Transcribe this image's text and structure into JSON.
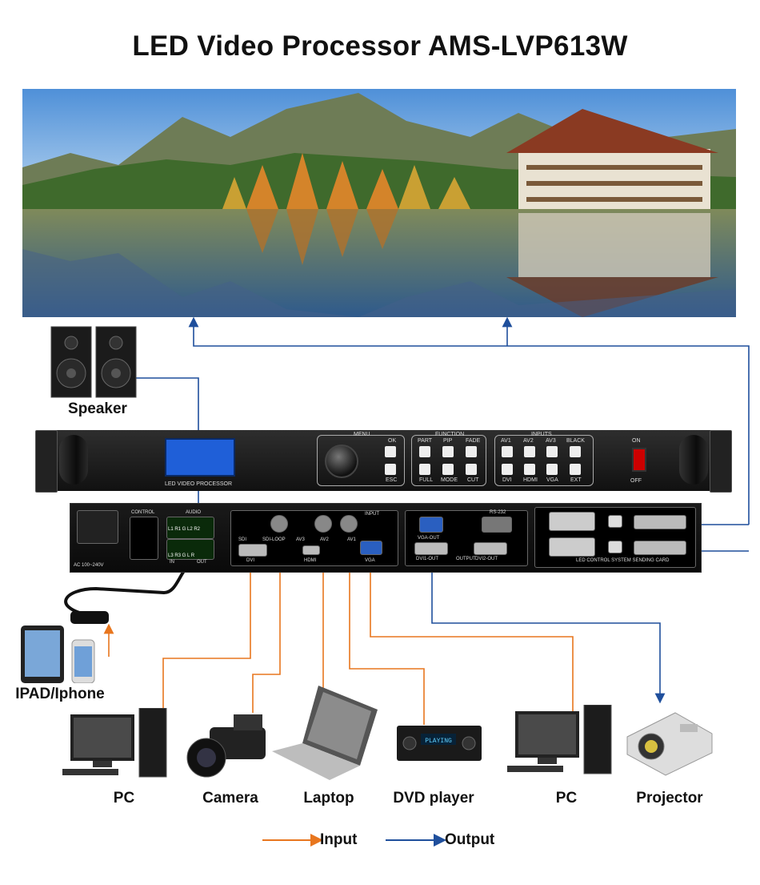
{
  "title": "LED Video Processor AMS-LVP613W",
  "front_panel": {
    "lcd_caption": "LED VIDEO PROCESSOR",
    "menu_label": "MENU",
    "menu_buttons": [
      "OK",
      "ESC"
    ],
    "function_label": "FUNCTION",
    "function_buttons_top": [
      "PART",
      "PIP",
      "FADE"
    ],
    "function_buttons_bottom": [
      "FULL",
      "MODE",
      "CUT"
    ],
    "inputs_label": "INPUTS",
    "inputs_buttons_top": [
      "AV1",
      "AV2",
      "AV3",
      "BLACK"
    ],
    "inputs_buttons_bottom": [
      "DVI",
      "HDMI",
      "VGA",
      "EXT"
    ],
    "power_on": "ON",
    "power_off": "OFF"
  },
  "back_panel": {
    "control": "CONTROL",
    "audio": "AUDIO",
    "audio_row1": "L1 R1 G L2 R2",
    "audio_row2": "L3 R3 G L R",
    "audio_in": "IN",
    "audio_out": "OUT",
    "power_rating": "AC 100~240V",
    "input_group": "INPUT",
    "ports": {
      "sdi": "SDI",
      "sdi_loop": "SDI-LOOP",
      "av3": "AV3",
      "av2": "AV2",
      "av1": "AV1",
      "dvi": "DVI",
      "hdmi": "HDMI",
      "vga": "VGA",
      "vga_out": "VGA-OUT",
      "rs232": "RS-232",
      "dvi1_out": "DVI1-OUT",
      "dvi2_out": "DVI2-OUT",
      "output": "OUTPUT",
      "sending_card": "LED CONTROL SYSTEM SENDING CARD"
    }
  },
  "devices": {
    "speaker": "Speaker",
    "ipad": "IPAD/Iphone",
    "pc_left": "PC",
    "camera": "Camera",
    "laptop": "Laptop",
    "dvd": "DVD player",
    "dvd_display": "PLAYING",
    "pc_right": "PC",
    "projector": "Projector"
  },
  "legend": {
    "input": "Input",
    "output": "Output"
  },
  "colors": {
    "input_line": "#e8761e",
    "output_line": "#1f4f9c"
  }
}
